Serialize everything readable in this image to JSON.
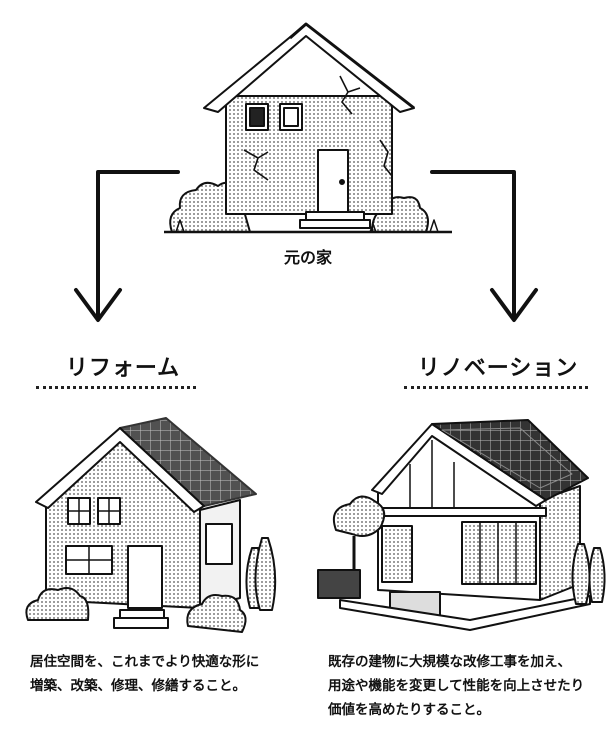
{
  "original_house": {
    "caption": "元の家"
  },
  "reform": {
    "title": "リフォーム",
    "description": [
      "居住空間を、これまでより快適な形に",
      "増築、改築、修理、修繕すること。"
    ]
  },
  "renovation": {
    "title": "リノベーション",
    "description": [
      "既存の建物に大規模な改修工事を加え、",
      "用途や機能を変更して性能を向上させたり",
      "価値を高めたりすること。"
    ]
  }
}
